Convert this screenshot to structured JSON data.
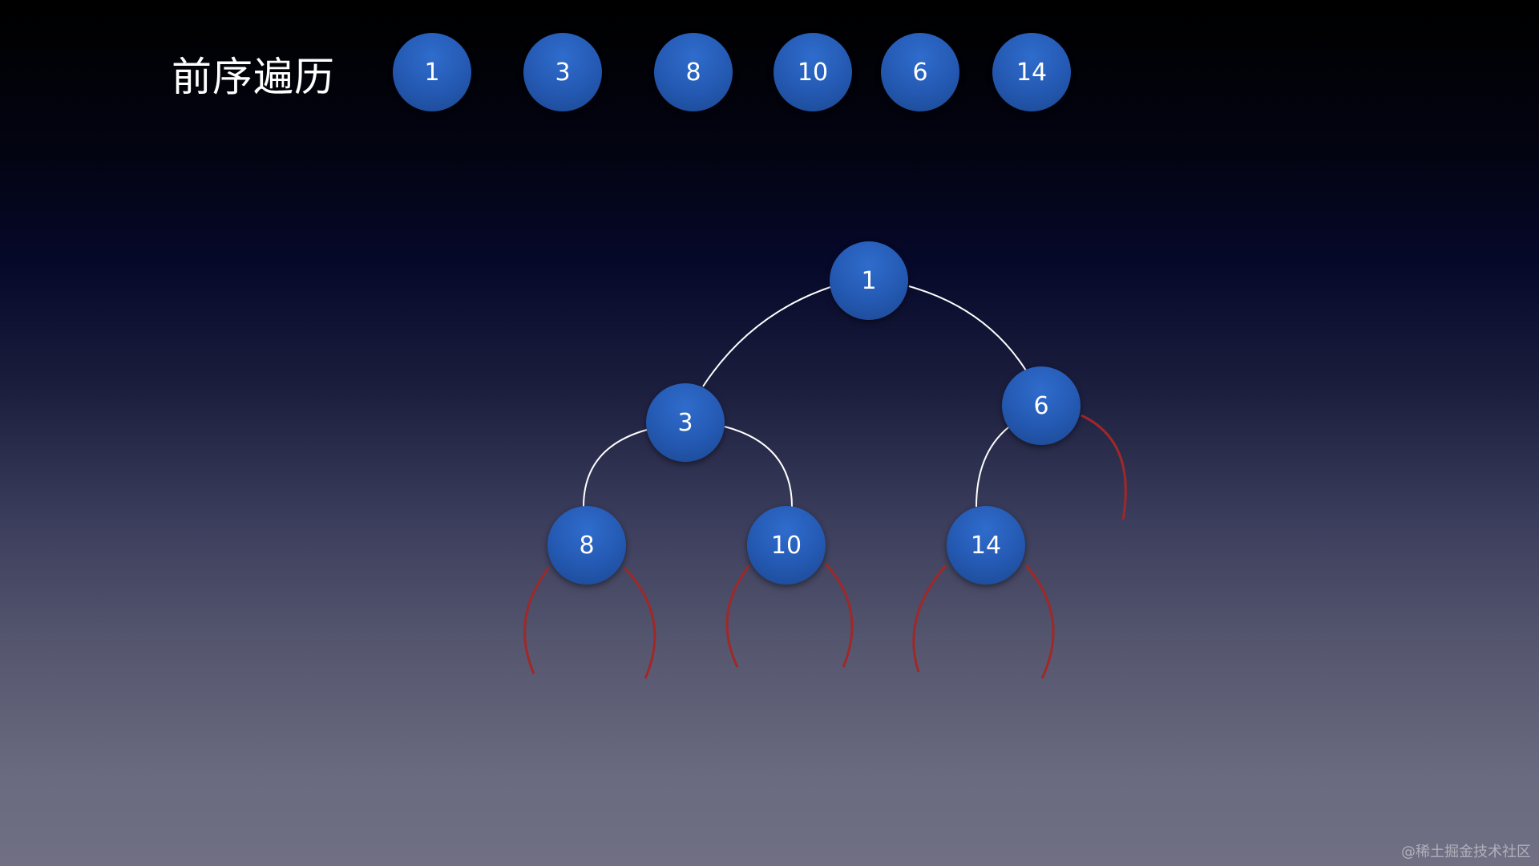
{
  "title": "前序遍历",
  "sequence": [
    "1",
    "3",
    "8",
    "10",
    "6",
    "14"
  ],
  "tree": {
    "nodes": [
      {
        "id": "n1",
        "label": "1"
      },
      {
        "id": "n3",
        "label": "3"
      },
      {
        "id": "n6",
        "label": "6"
      },
      {
        "id": "n8",
        "label": "8"
      },
      {
        "id": "n10",
        "label": "10"
      },
      {
        "id": "n14",
        "label": "14"
      }
    ],
    "edges": [
      {
        "from": "n1",
        "to": "n3"
      },
      {
        "from": "n1",
        "to": "n6"
      },
      {
        "from": "n3",
        "to": "n8"
      },
      {
        "from": "n3",
        "to": "n10"
      },
      {
        "from": "n6",
        "to": "n14"
      }
    ],
    "null_links": [
      "n6-right",
      "n8-left",
      "n8-right",
      "n10-left",
      "n10-right",
      "n14-left",
      "n14-right"
    ]
  },
  "colors": {
    "node_fill": "#2459b2",
    "edge": "#ffffff",
    "null_link": "#a02828"
  },
  "watermark": "@稀土掘金技术社区"
}
